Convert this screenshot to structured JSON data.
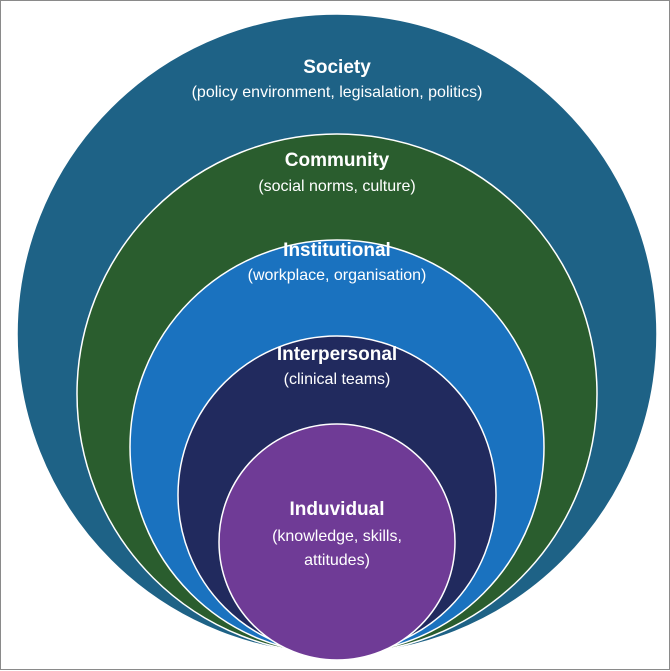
{
  "diagram": {
    "type": "nested-circles",
    "colors": {
      "society": "#1e6286",
      "community": "#2a5d2e",
      "institutional": "#1a72bf",
      "interpersonal": "#212a5e",
      "individual": "#6f3b96"
    },
    "levels": [
      {
        "title": "Society",
        "subtitle": "(policy environment, legisalation, politics)"
      },
      {
        "title": "Community",
        "subtitle": "(social norms, culture)"
      },
      {
        "title": "Institutional",
        "subtitle": "(workplace, organisation)"
      },
      {
        "title": "Interpersonal",
        "subtitle": "(clinical teams)"
      },
      {
        "title": "Induvidual",
        "subtitle_line1": "(knowledge, skills,",
        "subtitle_line2": "attitudes)"
      }
    ]
  }
}
